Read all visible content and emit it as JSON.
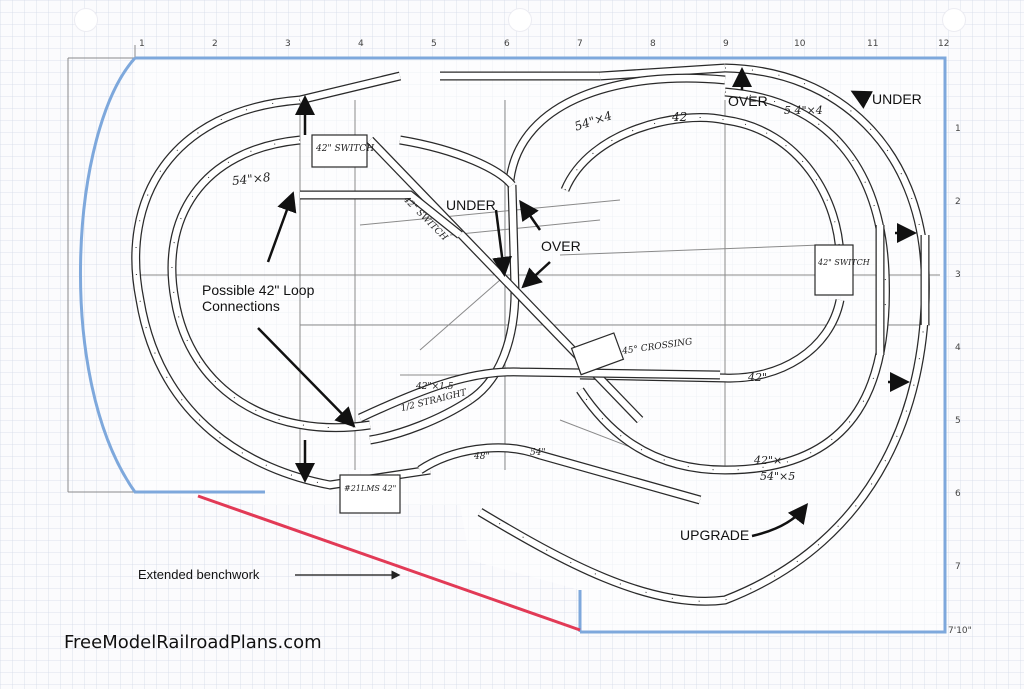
{
  "colors": {
    "grid": "#cfd6e4",
    "track": "#2a2a2a",
    "benchwork_blue": "#7ea8dc",
    "extension_red": "#e23a56",
    "pencil": "#8a8a8a"
  },
  "ruler": {
    "top_numbers": [
      "1",
      "2",
      "3",
      "4",
      "5",
      "6",
      "7",
      "8",
      "9",
      "10",
      "11",
      "12"
    ],
    "right_numbers": [
      "1",
      "2",
      "3",
      "4",
      "5",
      "6",
      "7"
    ],
    "corner_label": "7'10\""
  },
  "annotations": {
    "over_top": "OVER",
    "under_top_right": "UNDER",
    "under_center": "UNDER",
    "over_center": "OVER",
    "possible_loops": "Possible 42\" Loop Connections",
    "upgrade": "UPGRADE",
    "extended_benchwork": "Extended benchwork"
  },
  "hand_notes": {
    "switch_top_left": "42\" SWITCH",
    "radius_left": "54\"×8",
    "switch_center": "42\" SWITCH",
    "radius_right_top": "54\"×4",
    "radius_42_top": "42",
    "radius_right_outer": "5 4\"×4",
    "switch_right": "42\" SWITCH",
    "crossing": "45° CROSSING",
    "straight_1": "42\"×1.5",
    "straight_2": "1/2 STRAIGHT",
    "radius_42_right": "42\"",
    "radius_42_bottom": "42\"×",
    "radius_54_bottom": "54\"×5",
    "switch_bottom": "#21LMS 42\"",
    "radius_bottom_48": "48\"",
    "radius_bottom_54": "54\""
  },
  "footer": {
    "site": "FreeModelRailroadPlans.com"
  }
}
